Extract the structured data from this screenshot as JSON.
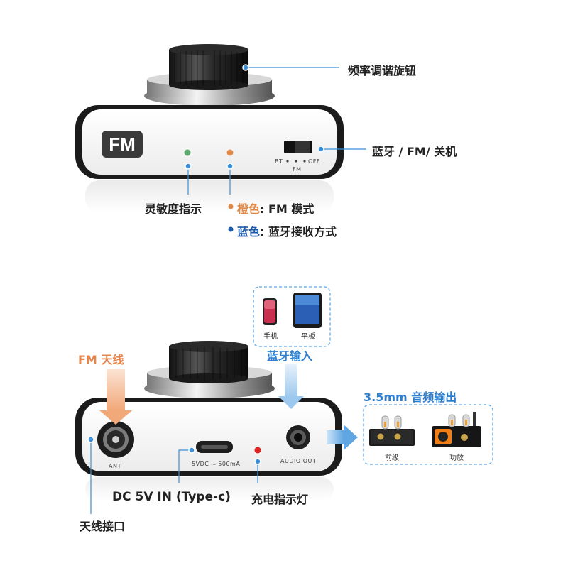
{
  "top": {
    "knob_label": "频率调谐旋钮",
    "badge": "FM",
    "switch_label": "蓝牙 / FM/ 关机",
    "switch_bt": "BT",
    "switch_off": "OFF",
    "switch_fm": "FM",
    "indicator_label": "灵敏度指示",
    "legend_orange_key": "橙色",
    "legend_orange_text": ": FM 模式",
    "legend_blue_key": "蓝色",
    "legend_blue_text": ": 蓝牙接收方式",
    "colors": {
      "orange": "#e08a4a",
      "blue": "#1f5aa8",
      "green": "#5da86e",
      "accent_blue": "#3a8fd8"
    }
  },
  "bottom": {
    "antenna_title": "FM 天线",
    "phone_label": "手机",
    "tablet_label": "平板",
    "bluetooth_input": "蓝牙输入",
    "audio_out_title": "3.5mm 音频输出",
    "preamp_label": "前级",
    "amp_label": "功放",
    "ant_port": "ANT",
    "power_spec": "5VDC ⎓ 500mA",
    "audio_out_port": "AUDIO OUT",
    "dc_in_label": "DC 5V IN (Type-c)",
    "charge_indicator": "充电指示灯",
    "antenna_port_label": "天线接口"
  }
}
